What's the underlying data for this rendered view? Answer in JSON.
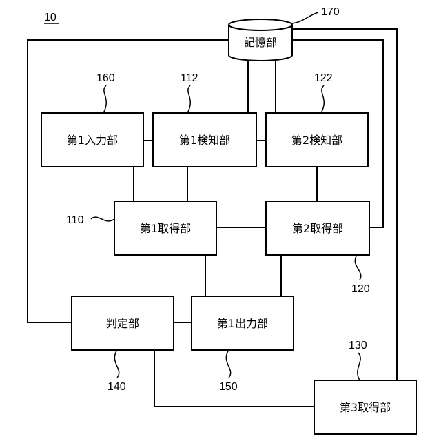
{
  "figure": {
    "number": "10",
    "blocks": {
      "storage": {
        "label": "記憶部",
        "ref": "170"
      },
      "first_input": {
        "label": "第1入力部",
        "ref": "160"
      },
      "first_detect": {
        "label": "第1検知部",
        "ref": "112"
      },
      "second_detect": {
        "label": "第2検知部",
        "ref": "122"
      },
      "first_acquire": {
        "label": "第1取得部",
        "ref": "110"
      },
      "second_acquire": {
        "label": "第2取得部",
        "ref": "120"
      },
      "judge": {
        "label": "判定部",
        "ref": "140"
      },
      "first_output": {
        "label": "第1出力部",
        "ref": "150"
      },
      "third_acquire": {
        "label": "第3取得部",
        "ref": "130"
      }
    }
  }
}
